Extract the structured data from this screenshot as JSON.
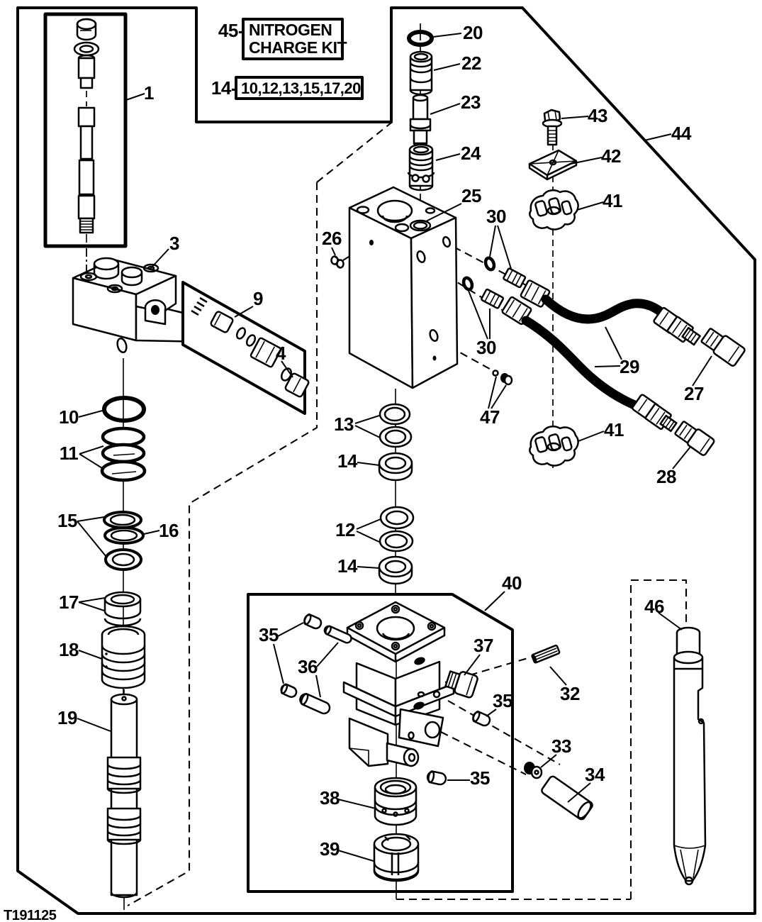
{
  "figure": {
    "id": "T191125"
  },
  "legend": {
    "nitrogen_kit": {
      "ref": "45-",
      "line1": "NITROGEN",
      "line2": "CHARGE KIT"
    },
    "seal_kit": {
      "ref": "14-",
      "contents": "10,12,13,15,17,20"
    }
  },
  "callouts": {
    "n1": "1",
    "n3": "3",
    "n4": "4",
    "n9": "9",
    "n10": "10",
    "n11": "11",
    "n12": "12",
    "n13": "13",
    "n14": "14",
    "n15": "15",
    "n16": "16",
    "n17": "17",
    "n18": "18",
    "n19": "19",
    "n20": "20",
    "n22": "22",
    "n23": "23",
    "n24": "24",
    "n25": "25",
    "n26": "26",
    "n27": "27",
    "n28": "28",
    "n29": "29",
    "n30": "30",
    "n32": "32",
    "n33": "33",
    "n34": "34",
    "n35": "35",
    "n36": "36",
    "n37": "37",
    "n38": "38",
    "n39": "39",
    "n40": "40",
    "n41": "41",
    "n42": "42",
    "n43": "43",
    "n44": "44",
    "n46": "46",
    "n47": "47"
  }
}
